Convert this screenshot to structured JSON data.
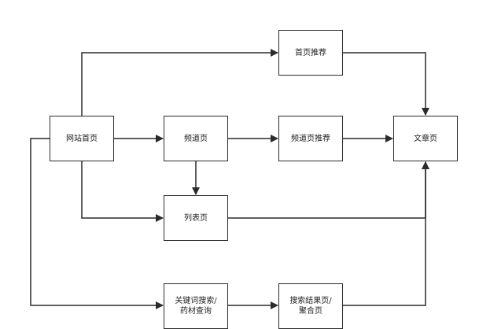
{
  "diagram": {
    "nodes": {
      "home": "网站首页",
      "home_recommend": "首页推荐",
      "channel": "频道页",
      "channel_recommend": "频道页推荐",
      "article": "文章页",
      "list": "列表页",
      "keyword_search": "关键词搜索/\n药材查询",
      "search_result": "搜索结果页/\n聚合页"
    },
    "colors": {
      "line": "#2b2b2b",
      "background": "#ffffff",
      "text": "#222222"
    }
  }
}
